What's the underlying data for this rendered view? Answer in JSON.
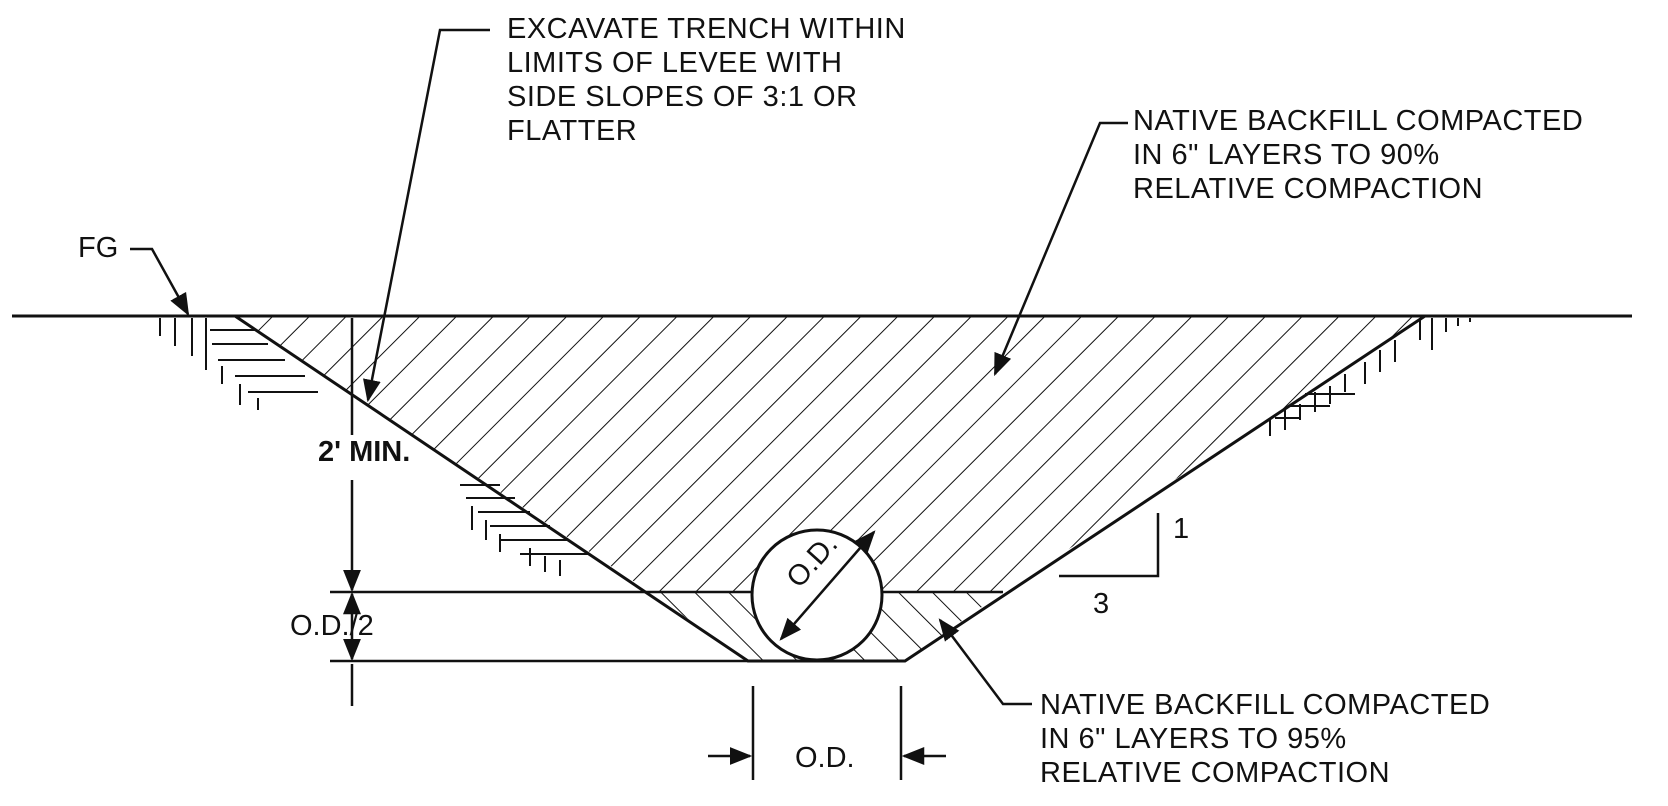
{
  "notes": {
    "excavate": [
      "EXCAVATE TRENCH WITHIN",
      "LIMITS OF LEVEE WITH",
      "SIDE SLOPES OF 3:1 OR",
      "FLATTER"
    ],
    "backfill_90": [
      "NATIVE BACKFILL COMPACTED",
      "IN 6\" LAYERS TO 90%",
      "RELATIVE COMPACTION"
    ],
    "backfill_95": [
      "NATIVE BACKFILL COMPACTED",
      "IN 6\" LAYERS TO 95%",
      "RELATIVE COMPACTION"
    ]
  },
  "labels": {
    "finished_grade": "FG",
    "min_cover": "2' MIN.",
    "half_od": "O.D./2",
    "pipe_od": "O.D.",
    "trench_width": "O.D.",
    "slope_rise": "1",
    "slope_run": "3"
  },
  "colors": {
    "ink": "#111111",
    "paper": "#ffffff"
  }
}
